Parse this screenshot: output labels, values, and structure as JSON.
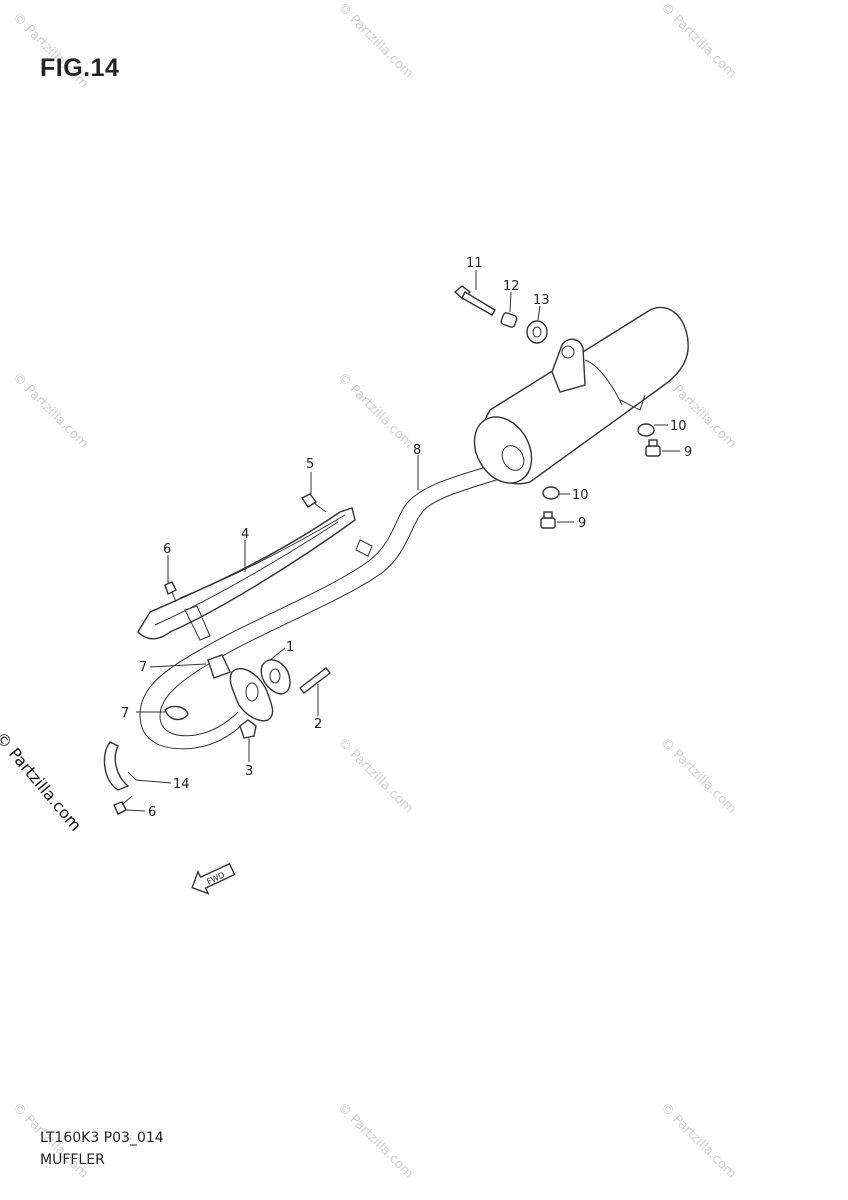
{
  "figure_title": "FIG.14",
  "footer": {
    "code": "LT160K3 P03_014",
    "name": "MUFFLER"
  },
  "side_copyright": "© Partzilla.com",
  "watermark_text": "© Partzilla.com",
  "fwd_label": "FWD",
  "callouts": {
    "c1": "1",
    "c2": "2",
    "c3": "3",
    "c4": "4",
    "c5": "5",
    "c6a": "6",
    "c6b": "6",
    "c7a": "7",
    "c7b": "7",
    "c8": "8",
    "c9a": "9",
    "c9b": "9",
    "c10a": "10",
    "c10b": "10",
    "c11": "11",
    "c12": "12",
    "c13": "13",
    "c14": "14"
  }
}
